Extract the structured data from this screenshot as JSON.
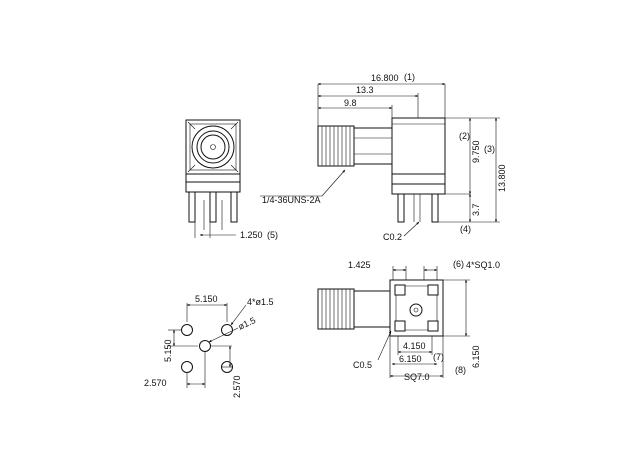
{
  "dimensions": {
    "overall_length": "16.800",
    "ref_1": "(1)",
    "dim_13_3": "13.3",
    "dim_9_8": "9.8",
    "thread_spec": "1/4-36UNS-2A",
    "ref_2": "(2)",
    "dim_9_750": "9.750",
    "ref_3": "(3)",
    "dim_13_800": "13.800",
    "dim_3_7": "3.7",
    "ref_4": "(4)",
    "chamfer_top": "C0.2",
    "pin_width": "1.250",
    "ref_5": "(5)",
    "dim_1_425": "1.425",
    "ref_6": "(6)",
    "pin_square": "4*SQ1.0",
    "dim_4_150": "4.150",
    "dim_6_150_h": "6.150",
    "ref_7": "(7)",
    "chamfer_bottom": "C0.5",
    "body_square": "SQ7.0",
    "dim_6_150_v": "6.150",
    "ref_8": "(8)",
    "hole_spacing": "5.150",
    "hole_dia": "4*ø1.5",
    "center_dia": "ø1.5",
    "hole_spacing_v": "5.150",
    "offset_h": "2.570",
    "offset_v": "2.570"
  },
  "colors": {
    "line": "#111111",
    "background": "#ffffff"
  }
}
